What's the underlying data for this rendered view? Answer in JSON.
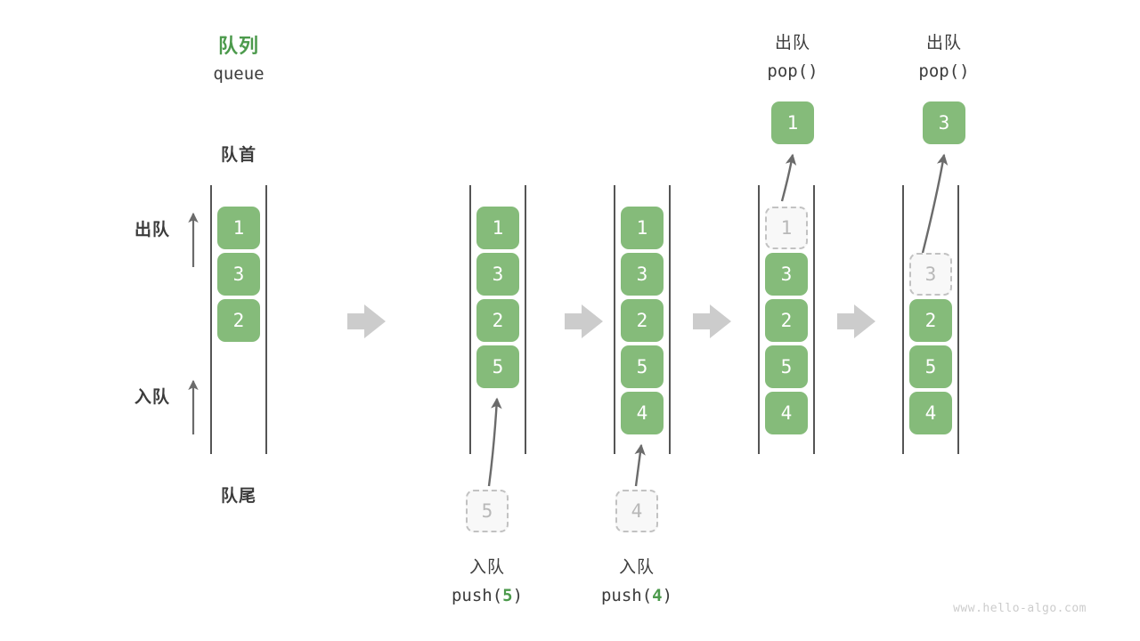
{
  "diagram": {
    "title_cn": "队列",
    "title_en": "queue",
    "front_label": "队首",
    "rear_label": "队尾",
    "dequeue_axis_label": "出队",
    "enqueue_axis_label": "入队",
    "watermark": "www.hello-algo.com",
    "colors": {
      "cell_fill": "#85bb7a",
      "cell_text": "#ffffff",
      "accent_green": "#4c9a4c",
      "ghost_fill": "#f8f8f8",
      "ghost_border": "#c2c2c2",
      "ghost_text": "#b8b8b8",
      "rail": "#555555",
      "arrow_gray": "#6b6b6b",
      "step_arrow": "#cccccc",
      "text": "#3c3c3c",
      "watermark": "#cccccc"
    }
  },
  "columns": [
    {
      "id": "initial",
      "cells": [
        {
          "value": "1",
          "state": "filled"
        },
        {
          "value": "3",
          "state": "filled"
        },
        {
          "value": "2",
          "state": "filled"
        }
      ],
      "caption_cn": "",
      "caption_code": ""
    },
    {
      "id": "push5",
      "cells": [
        {
          "value": "1",
          "state": "filled"
        },
        {
          "value": "3",
          "state": "filled"
        },
        {
          "value": "2",
          "state": "filled"
        },
        {
          "value": "5",
          "state": "filled"
        }
      ],
      "incoming": {
        "value": "5",
        "state": "ghost"
      },
      "caption_cn": "入队",
      "caption_code": "push(5)",
      "caption_arg": "5"
    },
    {
      "id": "push4",
      "cells": [
        {
          "value": "1",
          "state": "filled"
        },
        {
          "value": "3",
          "state": "filled"
        },
        {
          "value": "2",
          "state": "filled"
        },
        {
          "value": "5",
          "state": "filled"
        },
        {
          "value": "4",
          "state": "filled"
        }
      ],
      "incoming": {
        "value": "4",
        "state": "ghost"
      },
      "caption_cn": "入队",
      "caption_code": "push(4)",
      "caption_arg": "4"
    },
    {
      "id": "pop1",
      "cells": [
        {
          "value": "1",
          "state": "ghost"
        },
        {
          "value": "3",
          "state": "filled"
        },
        {
          "value": "2",
          "state": "filled"
        },
        {
          "value": "5",
          "state": "filled"
        },
        {
          "value": "4",
          "state": "filled"
        }
      ],
      "popped": {
        "value": "1",
        "state": "filled"
      },
      "header_cn": "出队",
      "header_code": "pop()"
    },
    {
      "id": "pop3",
      "cells": [
        {
          "value": "",
          "state": "empty"
        },
        {
          "value": "3",
          "state": "ghost"
        },
        {
          "value": "2",
          "state": "filled"
        },
        {
          "value": "5",
          "state": "filled"
        },
        {
          "value": "4",
          "state": "filled"
        }
      ],
      "popped": {
        "value": "3",
        "state": "filled"
      },
      "header_cn": "出队",
      "header_code": "pop()"
    }
  ],
  "step_arrows": 4
}
